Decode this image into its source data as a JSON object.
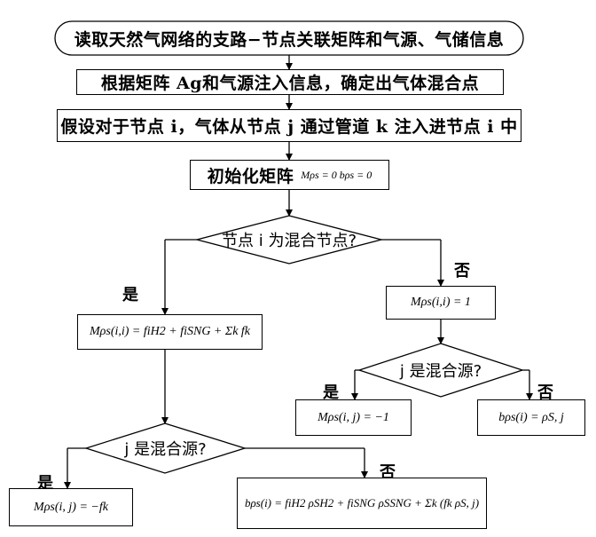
{
  "steps": {
    "s1": "读取天然气网络的支路−节点关联矩阵和气源、气储信息",
    "s2": "根据矩阵 Ag和气源注入信息，确定出气体混合点",
    "s3": "假设对于节点 i，气体从节点 j 通过管道 k 注入进节点 i 中",
    "s4_prefix": "初始化矩阵",
    "s4_formula": "Mρs = 0   bρs = 0"
  },
  "decisions": {
    "d1": "节点 i 为混合节点?",
    "d2": "j 是混合源?",
    "d3": "j 是混合源?"
  },
  "labels": {
    "yes": "是",
    "no": "否"
  },
  "formulas": {
    "f1": "Mρs(i,i) = fiH2 + fiSNG + Σk fk",
    "f2": "Mρs(i,i) = 1",
    "f3": "Mρs(i, j) = −1",
    "f4": "bρs(i) = ρS, j",
    "f5": "Mρs(i, j) = −fk",
    "f6": "bρs(i) = fiH2 ρSH2 + fiSNG ρSSNG + Σk (fk ρS, j)"
  }
}
